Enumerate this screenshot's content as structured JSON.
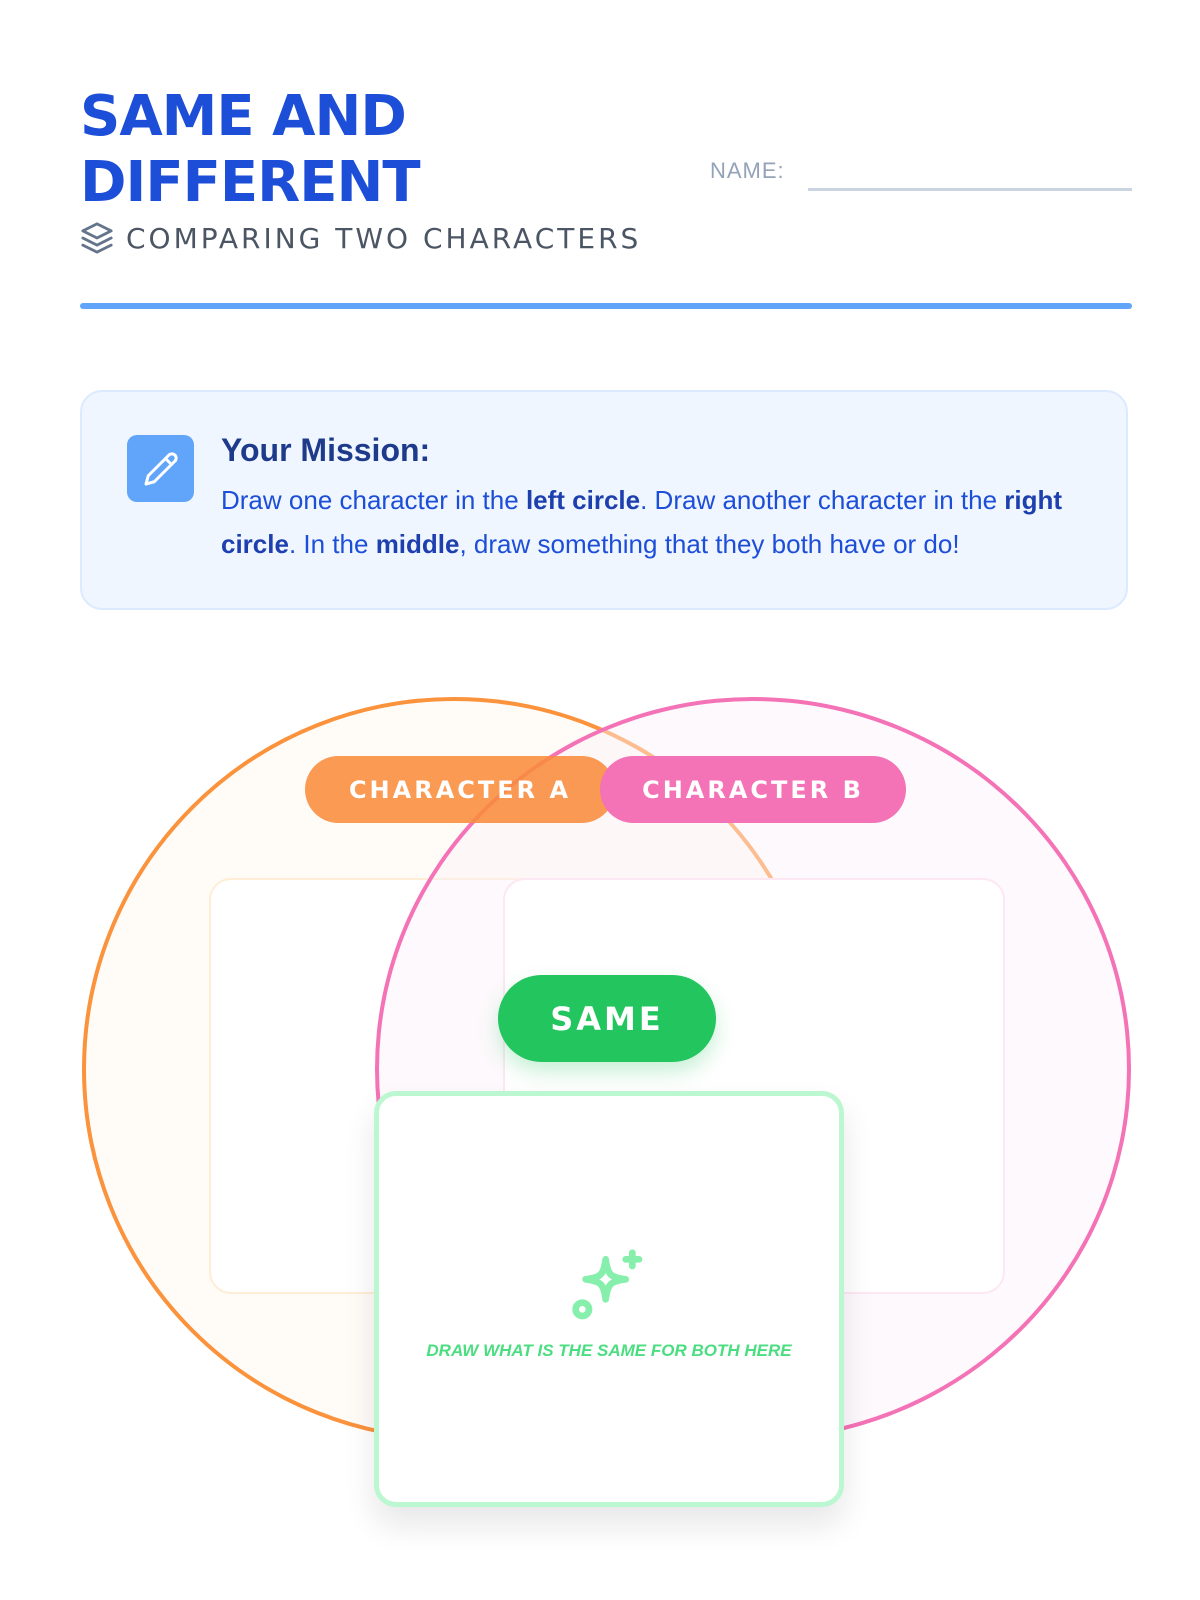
{
  "header": {
    "title_line1": "SAME AND",
    "title_line2": "DIFFERENT",
    "subtitle": "COMPARING TWO CHARACTERS",
    "subtitle_icon": "layers-icon",
    "name_label": "NAME:"
  },
  "mission": {
    "icon": "pencil-icon",
    "title": "Your Mission:",
    "body": {
      "t1": "Draw one character in the ",
      "b1": "left circle",
      "t2": ". Draw another character in the ",
      "b2": "right circle",
      "t3": ". In the ",
      "b3": "middle",
      "t4": ", draw something that they both have or do!"
    }
  },
  "venn": {
    "character_a_label": "CHARACTER A",
    "character_b_label": "CHARACTER B",
    "same_label": "SAME",
    "same_hint": "DRAW WHAT IS THE SAME FOR BOTH HERE",
    "same_icon": "sparkles-icon"
  },
  "colors": {
    "title_blue": "#1d4ed8",
    "character_a": "#fb923c",
    "character_b": "#f472b6",
    "same_green": "#22c55e"
  }
}
